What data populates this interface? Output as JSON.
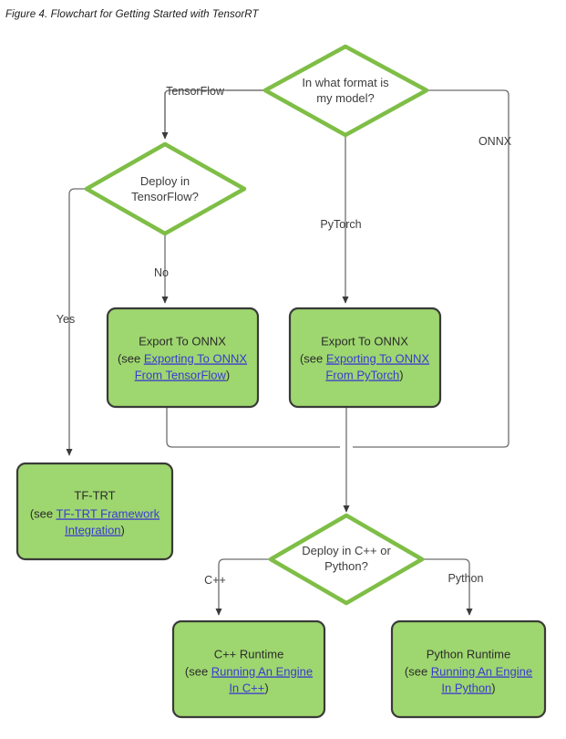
{
  "figure": {
    "caption": "Figure 4. Flowchart for Getting Started with TensorRT"
  },
  "colors": {
    "box_fill": "#9ED76F",
    "box_stroke": "#3a3a38",
    "diamond_fill": "#ffffff",
    "diamond_stroke": "#7FBE46",
    "edge_stroke": "#6e6e6e",
    "link_text": "#3a3ad0",
    "body_text": "#2b2b2b",
    "background": "#ffffff"
  },
  "nodes": {
    "format_decision": {
      "type": "decision",
      "line1": "In what format is",
      "line2": "my model?"
    },
    "deploy_tf_decision": {
      "type": "decision",
      "line1": "Deploy in",
      "line2": "TensorFlow?"
    },
    "deploy_lang_decision": {
      "type": "decision",
      "line1": "Deploy in C++ or",
      "line2": "Python?"
    },
    "tf_trt": {
      "type": "process",
      "title": "TF-TRT",
      "see_prefix": "(see ",
      "link_line1": "TF-TRT Framework",
      "link_line2": "Integration",
      "see_suffix": ")"
    },
    "export_onnx_tf": {
      "type": "process",
      "title": "Export To ONNX",
      "see_prefix": "(see ",
      "link_line1": "Exporting To ONNX",
      "link_line2": "From TensorFlow",
      "see_suffix": ")"
    },
    "export_onnx_pytorch": {
      "type": "process",
      "title": "Export To ONNX",
      "see_prefix": "(see ",
      "link_line1": "Exporting To ONNX",
      "link_line2": "From PyTorch",
      "see_suffix": ")"
    },
    "cpp_runtime": {
      "type": "process",
      "title": "C++ Runtime",
      "see_prefix": "(see ",
      "link_line1": "Running An Engine",
      "link_line2": "In C++",
      "see_suffix": ")"
    },
    "python_runtime": {
      "type": "process",
      "title": "Python Runtime",
      "see_prefix": "(see ",
      "link_line1": "Running An Engine",
      "link_line2": "In Python",
      "see_suffix": ")"
    }
  },
  "edge_labels": {
    "tensorflow": "TensorFlow",
    "onnx": "ONNX",
    "pytorch": "PyTorch",
    "no": "No",
    "yes": "Yes",
    "cpp": "C++",
    "python": "Python"
  }
}
